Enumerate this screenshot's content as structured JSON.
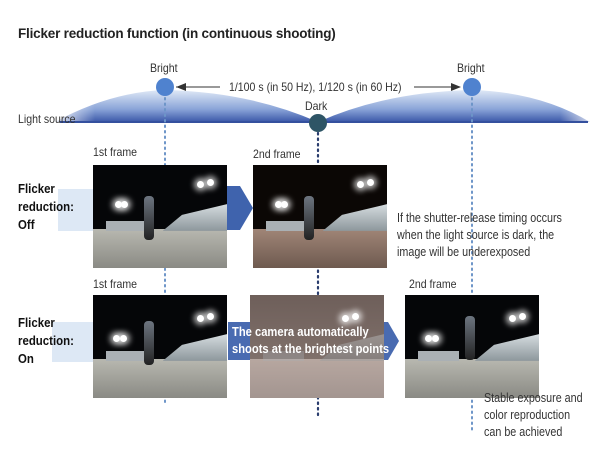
{
  "title": "Flicker reduction function (in continuous shooting)",
  "waveform": {
    "bright_left_label": "Bright",
    "bright_right_label": "Bright",
    "dark_label": "Dark",
    "period_label": "1/100 s (in 50 Hz), 1/120 s (in 60 Hz)",
    "light_source_label": "Light source"
  },
  "rows": {
    "off": {
      "label_line1": "Flicker",
      "label_line2": "reduction:",
      "label_line3": "Off",
      "frame1_label": "1st frame",
      "frame2_label": "2nd frame",
      "note_lines": [
        "If the shutter-release timing occurs",
        "when the light source is dark, the",
        "image will be underexposed"
      ]
    },
    "on": {
      "label_line1": "Flicker",
      "label_line2": "reduction:",
      "label_line3": "On",
      "frame1_label": "1st frame",
      "frame2_label": "2nd frame",
      "banner_line1": "The camera automatically",
      "banner_line2": "shoots at the brightest points",
      "note_lines": [
        "Stable exposure and",
        "color reproduction",
        "can be achieved"
      ]
    }
  },
  "colors": {
    "accent": "#3f63ad",
    "dot": "#4f82cf",
    "dark_dot": "#2e5566"
  }
}
